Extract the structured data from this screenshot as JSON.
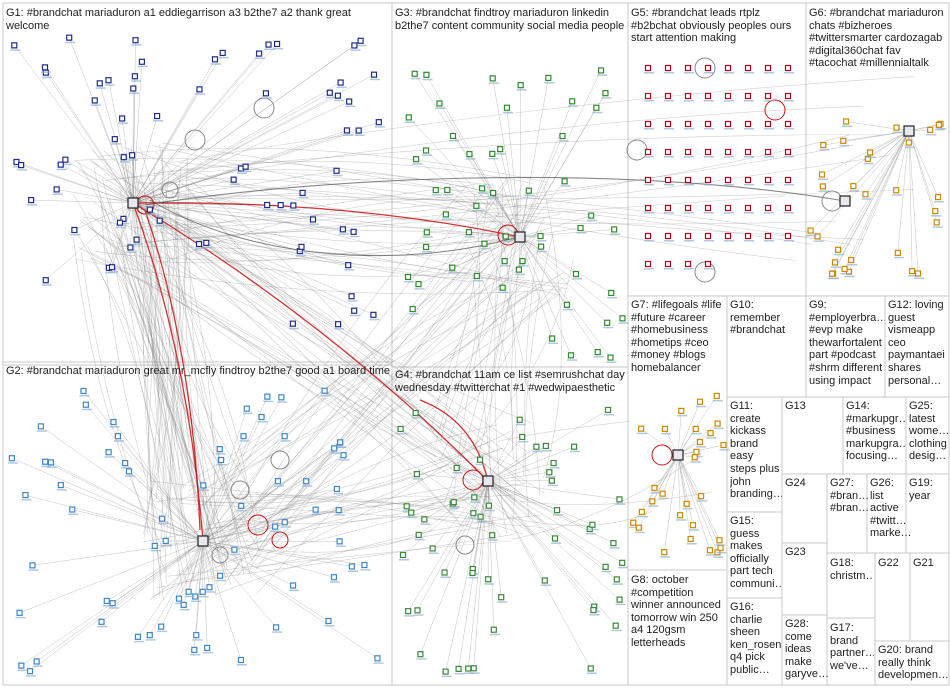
{
  "colors": {
    "edge": "#7a7a7a",
    "accent_edge": "#cc1111",
    "panel_border": "#c8c8c8",
    "text": "#222222",
    "group_palette": [
      "#1f2d8a",
      "#3f86c9",
      "#2e8b2e",
      "#3a8a3a",
      "#b00020",
      "#cc8800",
      "#cc8800"
    ]
  },
  "groups": [
    {
      "id": "G1",
      "label": "G1: #brandchat mariaduron a1 eddiegarrison a3 b2the7 a2 thank great welcome"
    },
    {
      "id": "G2",
      "label": "G2: #brandchat mariaduron great mr_mcfly findtroy b2the7 good a1 board time"
    },
    {
      "id": "G3",
      "label": "G3: #brandchat findtroy mariaduron linkedin b2the7 content community social media people"
    },
    {
      "id": "G4",
      "label": "G4: #brandchat 11am ce list #semrushchat day wednesday #twitterchat #1 #wedwipaesthetic"
    },
    {
      "id": "G5",
      "label": "G5: #brandchat leads rtplz #b2bchat obviously peoples ours start attention making"
    },
    {
      "id": "G6",
      "label": "G6: #brandchat mariaduron chats #bizheroes #twittersmarter cardozagab #digital360chat fav #tacochat #millennialtalk"
    },
    {
      "id": "G7",
      "label": "G7: #lifegoals #life #future #career #homebusiness #hometips #ceo #money #blogs homebalancer"
    },
    {
      "id": "G8",
      "label": "G8: october #competition winner announced tomorrow win 250 a4 120gsm letterheads"
    },
    {
      "id": "G9",
      "label": "G9: #employerbra… #evp make thewarfortalent part #podcast #shrm different using impact"
    },
    {
      "id": "G10",
      "label": "G10: remember #brandchat"
    },
    {
      "id": "G11",
      "label": "G11: create kickass brand easy steps plus john branding…"
    },
    {
      "id": "G12",
      "label": "G12: loving guest vismeapp ceo paymantaei shares personal…"
    },
    {
      "id": "G13",
      "label": "G13"
    },
    {
      "id": "G14",
      "label": "G14: #markupgr… #business markupgra… focusing…"
    },
    {
      "id": "G15",
      "label": "G15: guess makes officially part tech communi…"
    },
    {
      "id": "G16",
      "label": "G16: charlie sheen ken_rosen q4 pick public…"
    },
    {
      "id": "G17",
      "label": "G17: brand partner… we've…"
    },
    {
      "id": "G18",
      "label": "G18: christm…"
    },
    {
      "id": "G19",
      "label": "G19: year"
    },
    {
      "id": "G20",
      "label": "G20: brand really think developmen…"
    },
    {
      "id": "G21",
      "label": "G21"
    },
    {
      "id": "G22",
      "label": "G22"
    },
    {
      "id": "G23",
      "label": "G23"
    },
    {
      "id": "G24",
      "label": "G24"
    },
    {
      "id": "G25",
      "label": "G25: latest wome… clothing desig…"
    },
    {
      "id": "G26",
      "label": "G26: list active #twitt… marke…"
    },
    {
      "id": "G27",
      "label": "G27: #bran… #bran…"
    },
    {
      "id": "G28",
      "label": "G28: come ideas make garyve…"
    }
  ]
}
